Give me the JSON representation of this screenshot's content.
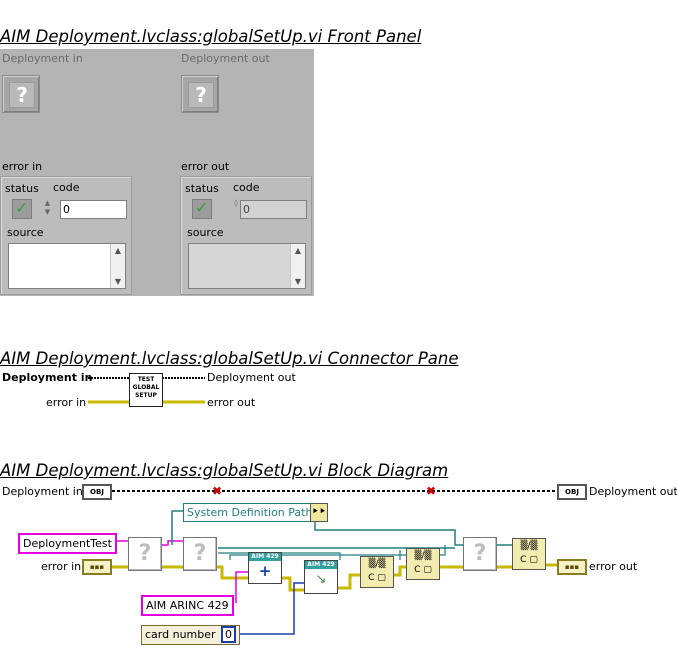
{
  "headings": {
    "front_panel": "AIM Deployment.lvclass:globalSetUp.vi Front Panel",
    "connector_pane": "AIM Deployment.lvclass:globalSetUp.vi Connector Pane",
    "block_diagram": "AIM Deployment.lvclass:globalSetUp.vi Block Diagram"
  },
  "front_panel": {
    "deployment_in_label": "Deployment in",
    "deployment_out_label": "Deployment out",
    "error_in": {
      "label": "error in",
      "status_label": "status",
      "code_label": "code",
      "code_value": "0",
      "source_label": "source",
      "source_value": ""
    },
    "error_out": {
      "label": "error out",
      "status_label": "status",
      "code_label": "code",
      "code_value": "0",
      "source_label": "source",
      "source_value": ""
    }
  },
  "connector_pane": {
    "left_top": "Deployment in",
    "left_bottom": "error in",
    "right_top": "Deployment out",
    "right_bottom": "error out",
    "icon_text": "TEST GLOBAL SETUP"
  },
  "block_diagram": {
    "deployment_in": "Deployment in",
    "deployment_out": "Deployment out",
    "error_in": "error in",
    "error_out": "error out",
    "obj_terminal": "OBJ",
    "constants": {
      "deployment_test": "DeploymentTest",
      "system_definition_path": "System Definition Path",
      "aim_arinc": "AIM ARINC 429",
      "card_number_label": "card number",
      "card_number_value": "0"
    },
    "subvi_header": "AIM 429",
    "colors": {
      "object_wire": "#000000",
      "error_wire": "#c9b800",
      "string_wire": "#e600e6",
      "path_wire": "#207f7f",
      "numeric_wire": "#1a3fa8",
      "error_mark": "#cc0000"
    }
  }
}
